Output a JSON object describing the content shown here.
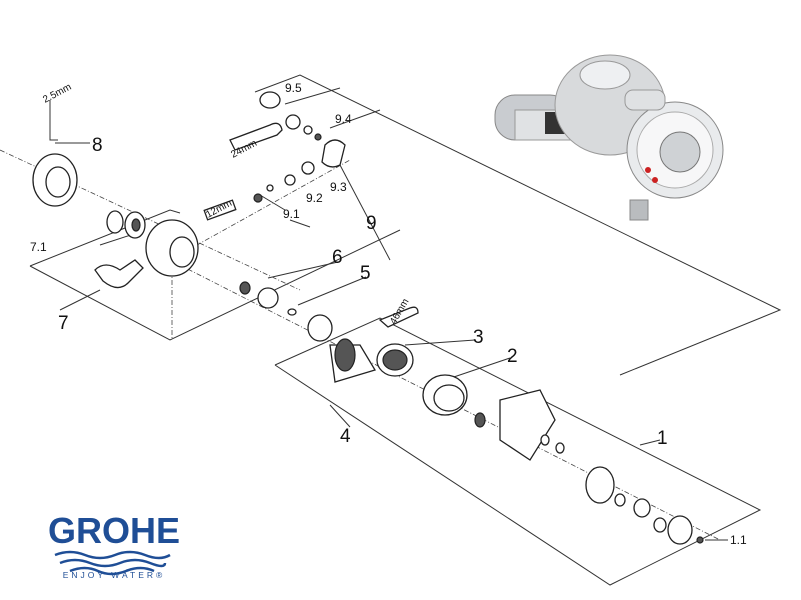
{
  "brand": {
    "name": "GROHE",
    "tagline": "ENJOY WATER®",
    "color": "#1f4e96"
  },
  "labels": {
    "p1": "1",
    "p1_1": "1.1",
    "p2": "2",
    "p3": "3",
    "p4": "4",
    "p5": "5",
    "p6": "6",
    "p7": "7",
    "p7_1": "7.1",
    "p8": "8",
    "p9": "9",
    "p9_1": "9.1",
    "p9_2": "9.2",
    "p9_3": "9.3",
    "p9_4": "9.4",
    "p9_5": "9.5"
  },
  "tools": {
    "hex_key": "2.5mm",
    "spanner": "24mm",
    "hex_12": "12mm",
    "hex_46": "46mm"
  }
}
